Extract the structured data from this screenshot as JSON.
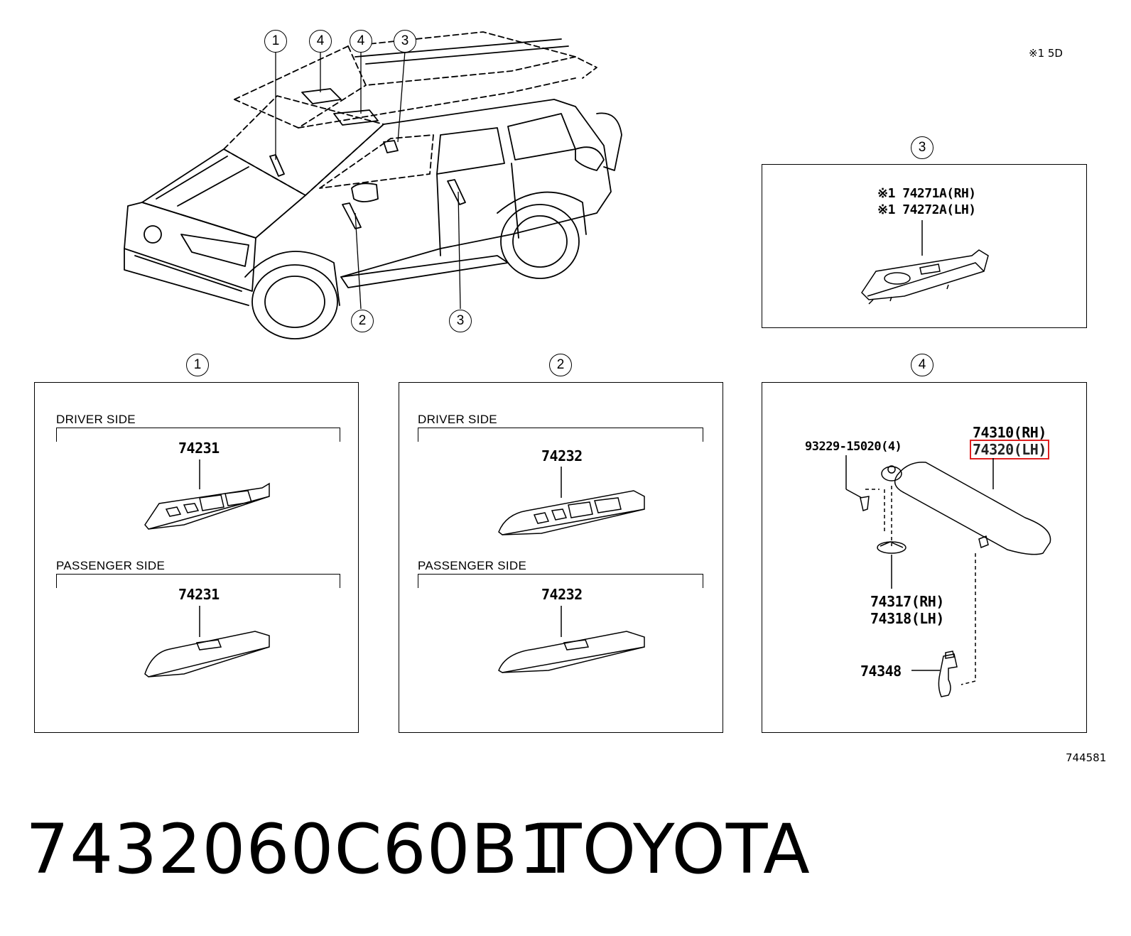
{
  "header": {
    "model_note": "※1 5D"
  },
  "car": {
    "callouts": [
      "1",
      "4",
      "4",
      "3",
      "2",
      "3"
    ]
  },
  "panel3": {
    "callout": "3",
    "parts": [
      "※1 74271A(RH)",
      "※1 74272A(LH)"
    ]
  },
  "panel1": {
    "callout": "1",
    "driver_label": "DRIVER SIDE",
    "driver_part": "74231",
    "passenger_label": "PASSENGER SIDE",
    "passenger_part": "74231"
  },
  "panel2": {
    "callout": "2",
    "driver_label": "DRIVER SIDE",
    "driver_part": "74232",
    "passenger_label": "PASSENGER SIDE",
    "passenger_part": "74232"
  },
  "panel4": {
    "callout": "4",
    "screw": "93229-15020(4)",
    "visor_rh": "74310(RH)",
    "visor_lh": "74320(LH)",
    "holder_rh": "74317(RH)",
    "holder_lh": "74318(LH)",
    "clip": "74348"
  },
  "diagram_id": "744581",
  "footer": {
    "part_number": "7432060C60B1",
    "brand": "TOYOTA"
  },
  "colors": {
    "highlight": "#e02020",
    "line": "#000000"
  }
}
